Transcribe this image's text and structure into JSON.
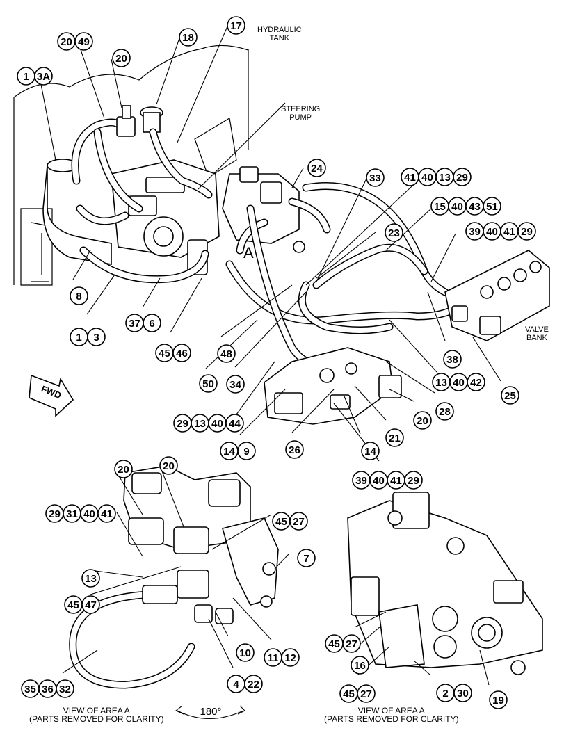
{
  "labels": {
    "hydraulic_tank": "HYDRAULIC\nTANK",
    "steering_pump": "STEERING\nPUMP",
    "valve_bank": "VALVE\nBANK",
    "area_marker": "A",
    "fwd": "FWD",
    "view_left": "VIEW OF AREA A\n(PARTS REMOVED FOR CLARITY)",
    "view_right": "VIEW OF AREA A\n(PARTS REMOVED FOR CLARITY)",
    "rotation": "180°"
  },
  "callouts": [
    {
      "id": "c-1-3a",
      "nums": [
        "1",
        "3A"
      ]
    },
    {
      "id": "c-20-49",
      "nums": [
        "20",
        "49"
      ]
    },
    {
      "id": "c-20-top",
      "nums": [
        "20"
      ]
    },
    {
      "id": "c-18",
      "nums": [
        "18"
      ]
    },
    {
      "id": "c-17",
      "nums": [
        "17"
      ]
    },
    {
      "id": "c-24",
      "nums": [
        "24"
      ]
    },
    {
      "id": "c-33",
      "nums": [
        "33"
      ]
    },
    {
      "id": "c-41-40-13-29",
      "nums": [
        "41",
        "40",
        "13",
        "29"
      ]
    },
    {
      "id": "c-15-40-43-51",
      "nums": [
        "15",
        "40",
        "43",
        "51"
      ]
    },
    {
      "id": "c-23",
      "nums": [
        "23"
      ]
    },
    {
      "id": "c-39-40-41-29-top",
      "nums": [
        "39",
        "40",
        "41",
        "29"
      ]
    },
    {
      "id": "c-8",
      "nums": [
        "8"
      ]
    },
    {
      "id": "c-1-3",
      "nums": [
        "1",
        "3"
      ]
    },
    {
      "id": "c-37-6",
      "nums": [
        "37",
        "6"
      ]
    },
    {
      "id": "c-45-46",
      "nums": [
        "45",
        "46"
      ]
    },
    {
      "id": "c-48",
      "nums": [
        "48"
      ]
    },
    {
      "id": "c-50",
      "nums": [
        "50"
      ]
    },
    {
      "id": "c-34",
      "nums": [
        "34"
      ]
    },
    {
      "id": "c-38",
      "nums": [
        "38"
      ]
    },
    {
      "id": "c-13-40-42",
      "nums": [
        "13",
        "40",
        "42"
      ]
    },
    {
      "id": "c-25",
      "nums": [
        "25"
      ]
    },
    {
      "id": "c-28",
      "nums": [
        "28"
      ]
    },
    {
      "id": "c-20-mid",
      "nums": [
        "20"
      ]
    },
    {
      "id": "c-21",
      "nums": [
        "21"
      ]
    },
    {
      "id": "c-29-13-40-44",
      "nums": [
        "29",
        "13",
        "40",
        "44"
      ]
    },
    {
      "id": "c-14-9",
      "nums": [
        "14",
        "9"
      ]
    },
    {
      "id": "c-26",
      "nums": [
        "26"
      ]
    },
    {
      "id": "c-14",
      "nums": [
        "14"
      ]
    },
    {
      "id": "c-39-40-41-29-bot",
      "nums": [
        "39",
        "40",
        "41",
        "29"
      ]
    },
    {
      "id": "c-20-a",
      "nums": [
        "20"
      ]
    },
    {
      "id": "c-20-b",
      "nums": [
        "20"
      ]
    },
    {
      "id": "c-29-31-40-41",
      "nums": [
        "29",
        "31",
        "40",
        "41"
      ]
    },
    {
      "id": "c-45-27-top",
      "nums": [
        "45",
        "27"
      ]
    },
    {
      "id": "c-7",
      "nums": [
        "7"
      ]
    },
    {
      "id": "c-13",
      "nums": [
        "13"
      ]
    },
    {
      "id": "c-45-47",
      "nums": [
        "45",
        "47"
      ]
    },
    {
      "id": "c-10",
      "nums": [
        "10"
      ]
    },
    {
      "id": "c-11-12",
      "nums": [
        "11",
        "12"
      ]
    },
    {
      "id": "c-4-22",
      "nums": [
        "4",
        "22"
      ]
    },
    {
      "id": "c-35-36-32",
      "nums": [
        "35",
        "36",
        "32"
      ]
    },
    {
      "id": "c-45-27-mid",
      "nums": [
        "45",
        "27"
      ]
    },
    {
      "id": "c-16",
      "nums": [
        "16"
      ]
    },
    {
      "id": "c-45-27-bot",
      "nums": [
        "45",
        "27"
      ]
    },
    {
      "id": "c-2-30",
      "nums": [
        "2",
        "30"
      ]
    },
    {
      "id": "c-19",
      "nums": [
        "19"
      ]
    }
  ]
}
